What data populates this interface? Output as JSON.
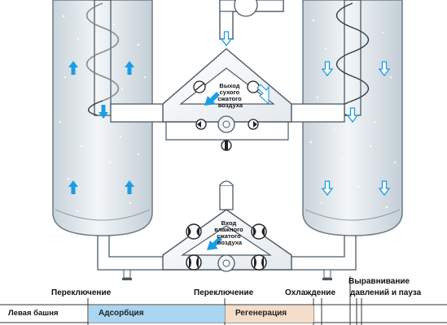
{
  "labels": {
    "outlet_line1": "Выход",
    "outlet_line2": "сухого",
    "outlet_line3": "сжатого",
    "outlet_line4": "воздуха",
    "inlet_line1": "Вход",
    "inlet_line2": "влажного",
    "inlet_line3": "сжатого",
    "inlet_line4": "воздуха"
  },
  "timeline": {
    "switch_1": "Переключение",
    "switch_2": "Переключение",
    "cooling": "Охлаждение",
    "equalize_line1": "Выравнивание",
    "equalize_line2": "давлений и пауза",
    "row_label": "Левая башня",
    "adsorption": "Адсорбция",
    "regeneration": "Регенерация"
  },
  "colors": {
    "tower_fill": "#e6ecf0",
    "tower_stroke": "#6a7a86",
    "pipe_fill": "#ffffff",
    "flow_arrow_blue": "#1b9ce3",
    "adsorption_bar": "#a9d6f3",
    "regeneration_bar": "#f4ddc9"
  }
}
